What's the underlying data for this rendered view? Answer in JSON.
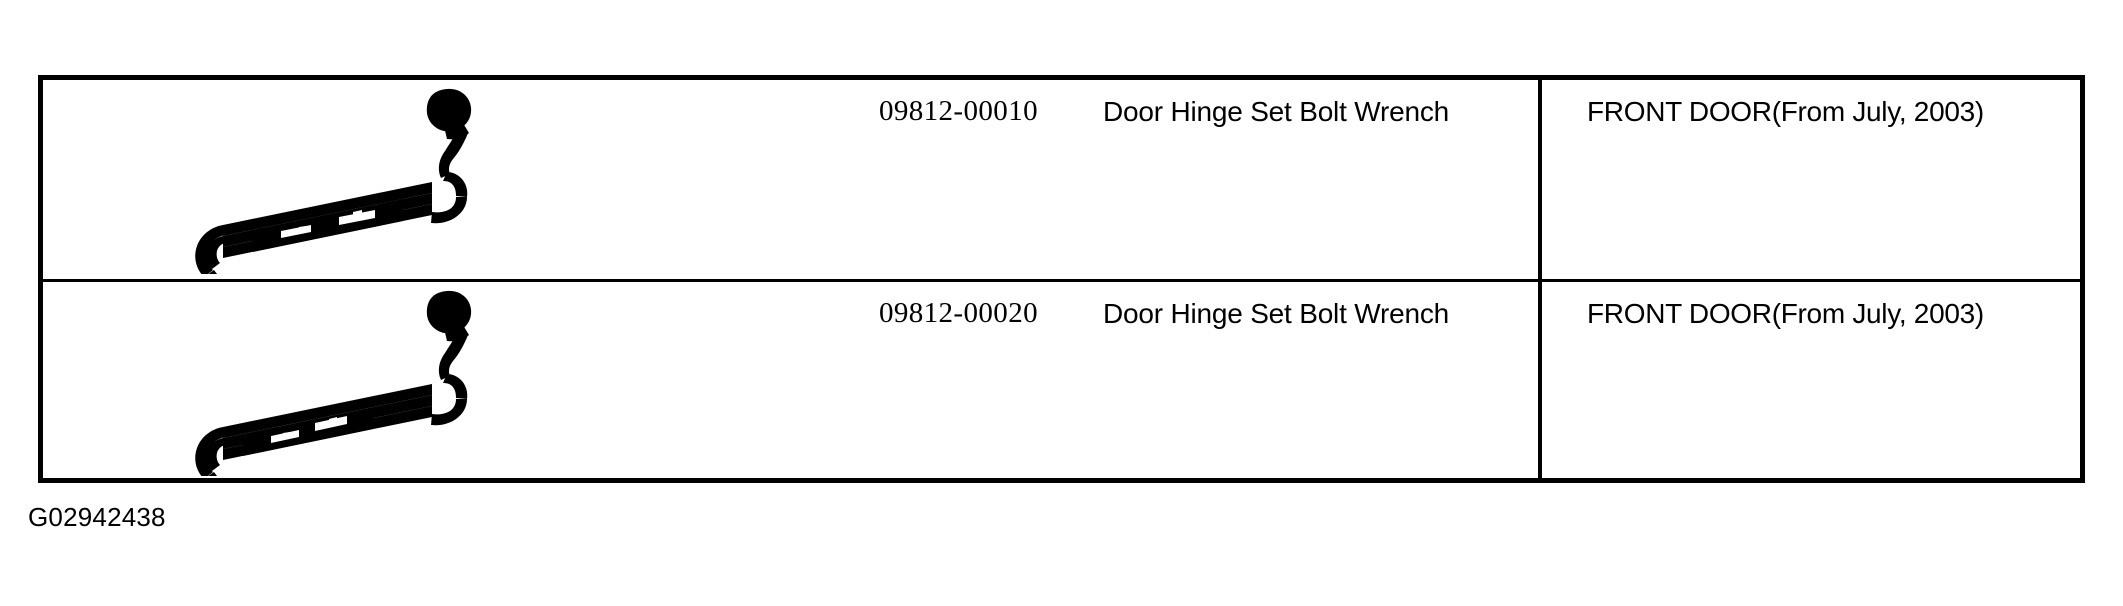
{
  "figure_id": "G02942438",
  "colors": {
    "ink": "#000000",
    "paper": "#ffffff"
  },
  "table": {
    "columns": [
      "illustration",
      "part_number_and_description",
      "application"
    ],
    "rows": [
      {
        "illustration": "offset-box-wrench-illustration",
        "part_number": "09812-00010",
        "description": "Door Hinge Set Bolt Wrench",
        "application": "FRONT DOOR(From July, 2003)"
      },
      {
        "illustration": "offset-box-wrench-illustration",
        "part_number": "09812-00020",
        "description": "Door Hinge Set Bolt Wrench",
        "application": "FRONT DOOR(From July, 2003)"
      }
    ]
  }
}
